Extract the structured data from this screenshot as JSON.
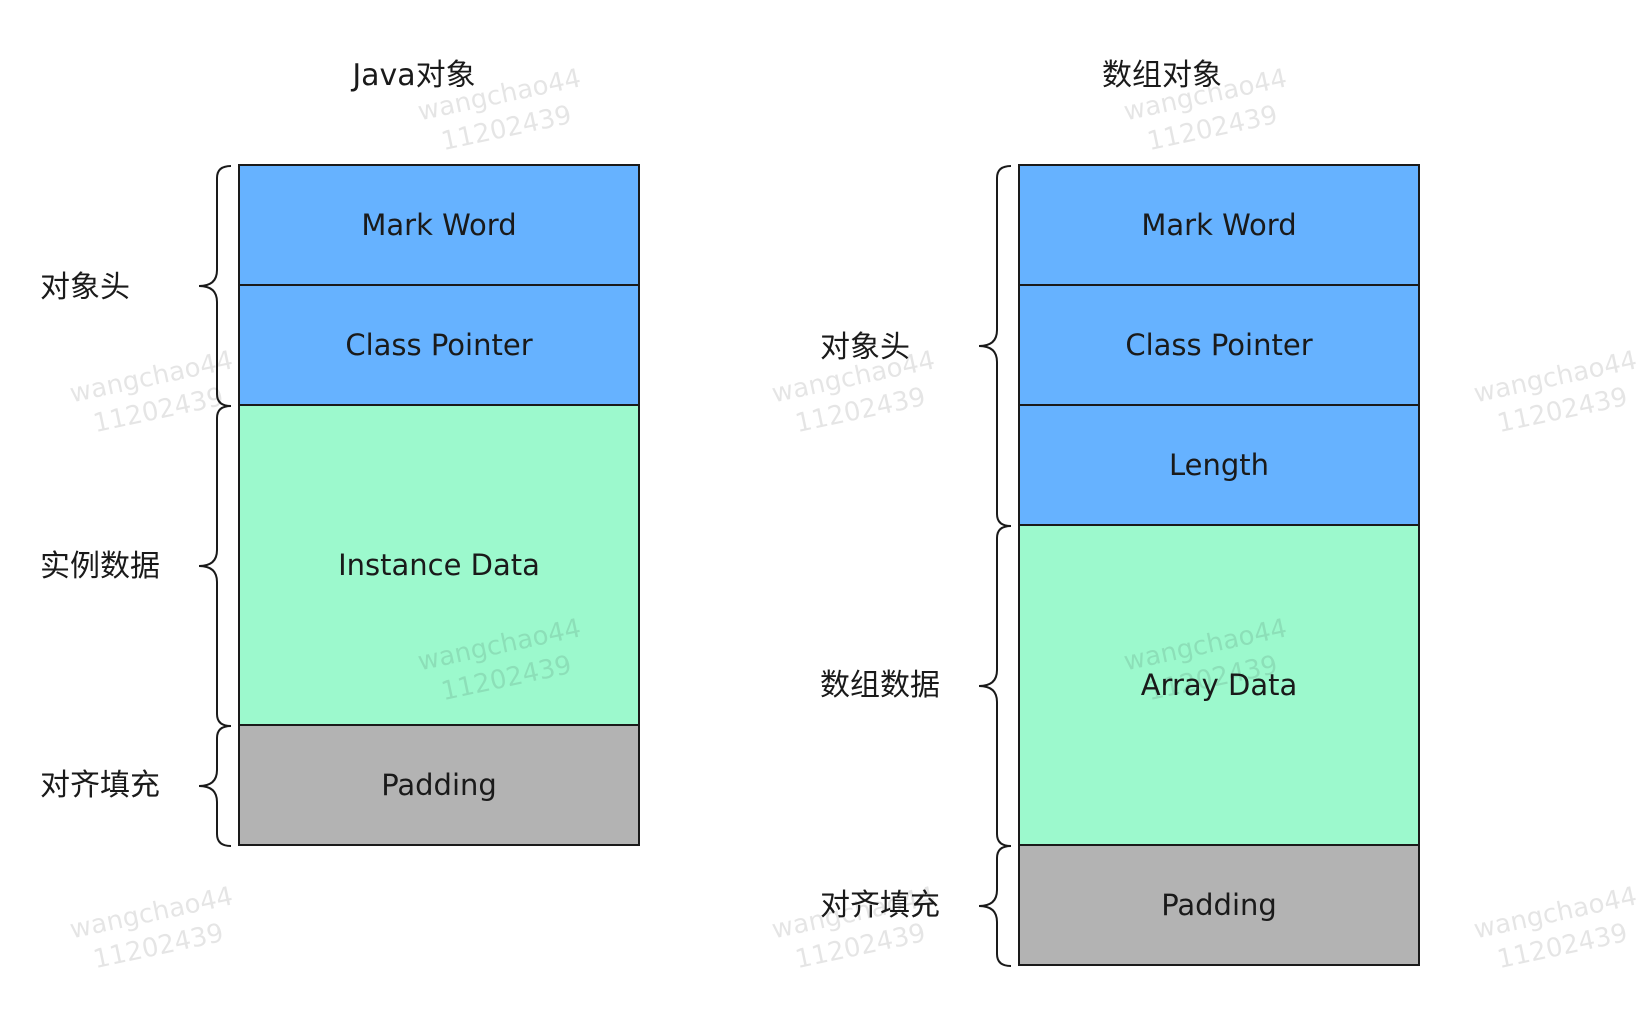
{
  "java_object": {
    "title": "Java对象",
    "blocks": {
      "mark_word": "Mark Word",
      "class_pointer": "Class Pointer",
      "instance_data": "Instance Data",
      "padding": "Padding"
    },
    "labels": {
      "header": "对象头",
      "instance": "实例数据",
      "padding": "对齐填充"
    }
  },
  "array_object": {
    "title": "数组对象",
    "blocks": {
      "mark_word": "Mark Word",
      "class_pointer": "Class Pointer",
      "length": "Length",
      "array_data": "Array Data",
      "padding": "Padding"
    },
    "labels": {
      "header": "对象头",
      "array": "数组数据",
      "padding": "对齐填充"
    }
  },
  "colors": {
    "header_block": "#66b2ff",
    "data_block": "#9cf9cd",
    "padding_block": "#b3b3b3",
    "border": "#1a1a1a"
  },
  "watermark": {
    "line1": "wangchao44",
    "line2": "11202439"
  }
}
